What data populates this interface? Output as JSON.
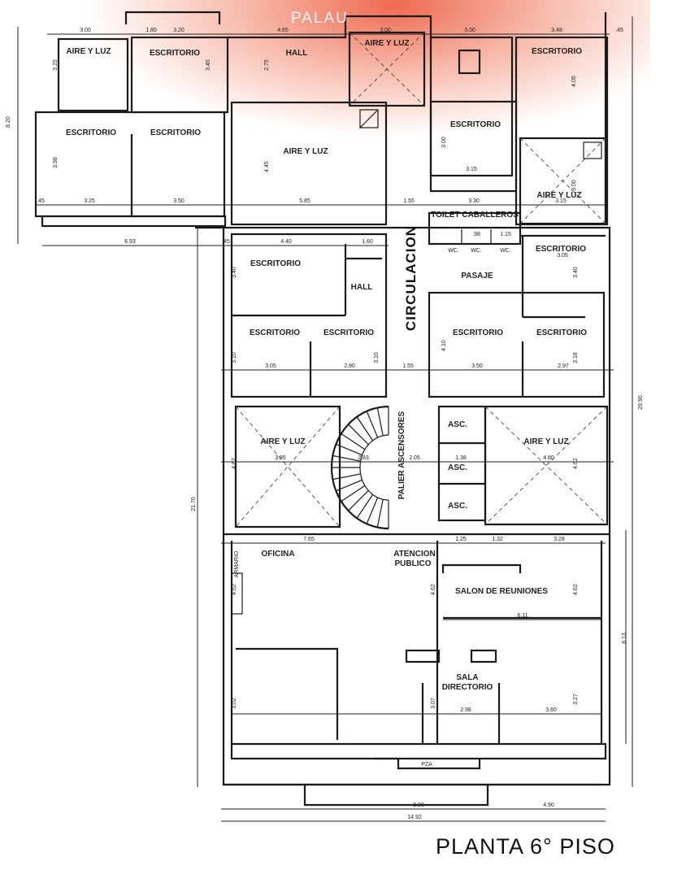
{
  "brand": {
    "logo_text": "PALAU",
    "glow_color": "#e8583a"
  },
  "plan_title": "PLANTA 6° PISO",
  "rooms": {
    "aire_luz_tl": "AIRE Y LUZ",
    "escritorio_t1": "ESCRITORIO",
    "hall_top": "HALL",
    "aire_luz_top": "AIRE Y LUZ",
    "escritorio_tr": "ESCRITORIO",
    "escritorio_l1": "ESCRITORIO",
    "escritorio_l2": "ESCRITORIO",
    "aire_luz_center": "AIRE Y LUZ",
    "escritorio_r1": "ESCRITORIO",
    "aire_luz_r": "AIRE Y LUZ",
    "toilet": "TOILET CABALLEROS",
    "wc1": "WC.",
    "wc2": "WC.",
    "wc3": "WC.",
    "escritorio_r2": "ESCRITORIO",
    "pasaje": "PASAJE",
    "circulacion": "CIRCULACION",
    "escritorio_m1": "ESCRITORIO",
    "hall_mid": "HALL",
    "escritorio_m2": "ESCRITORIO",
    "escritorio_m3": "ESCRITORIO",
    "escritorio_m4": "ESCRITORIO",
    "escritorio_m5": "ESCRITORIO",
    "aire_luz_ml": "AIRE Y LUZ",
    "aire_luz_mr": "AIRE Y LUZ",
    "palier": "PALIER ASCENSORES",
    "asc1": "ASC.",
    "asc2": "ASC.",
    "asc3": "ASC.",
    "oficina": "OFICINA",
    "atencion1": "ATENCION",
    "atencion2": "PUBLICO",
    "salon": "SALON DE REUNIONES",
    "sala1": "SALA",
    "sala2": "DIRECTORIO",
    "armario": "ARMARIO",
    "plaza": "PZA"
  },
  "dimensions": [
    "3.00",
    "1.80",
    "3.20",
    "4.65",
    "3.00",
    "3.00",
    "3.48",
    ".45",
    "3.25",
    "3.45",
    "2.75",
    "8.20",
    "3.98",
    "4.45",
    "3.00",
    "4.05",
    "3.00",
    ".45",
    "3.25",
    "3.50",
    "5.85",
    "1.55",
    "3.30",
    "3.15",
    "3.15",
    "6.93",
    ".45",
    "4.40",
    "1.60",
    "3.05",
    "1.15",
    ".98",
    "3.40",
    "3.10",
    "3.10",
    "4.10",
    "3.40",
    "3.18",
    "3.05",
    "2.90",
    "1.55",
    "3.50",
    "2.97",
    "3.95",
    "2.83",
    "2.05",
    "1.38",
    "4.80",
    "4.62",
    "4.62",
    "7.65",
    "1.25",
    "1.32",
    "3.28",
    "4.62",
    "4.62",
    "4.62",
    "6.11",
    "3.02",
    "3.07",
    "3.27",
    "2.98",
    "3.60",
    "9.90",
    "4.90",
    "14.92",
    "21.70",
    "29.90",
    "8.13"
  ]
}
